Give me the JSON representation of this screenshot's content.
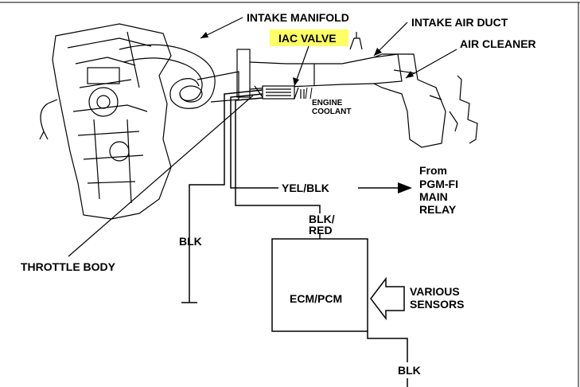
{
  "labels": {
    "intake_manifold": "INTAKE MANIFOLD",
    "intake_air_duct": "INTAKE AIR DUCT",
    "iac_valve": "IAC VALVE",
    "air_cleaner": "AIR CLEANER",
    "engine": "ENGINE",
    "coolant": "COOLANT",
    "throttle_body": "THROTTLE BODY",
    "yel_blk": "YEL/BLK",
    "from": "From",
    "pgm_fi": "PGM-FI",
    "main": "MAIN",
    "relay": "RELAY",
    "blk_left": "BLK",
    "blk_slash": "BLK/",
    "red": "RED",
    "ecm_pcm": "ECM/PCM",
    "various": "VARIOUS",
    "sensors": "SENSORS",
    "blk_bottom": "BLK"
  },
  "colors": {
    "highlight": "#ffff66",
    "line": "#000000"
  }
}
